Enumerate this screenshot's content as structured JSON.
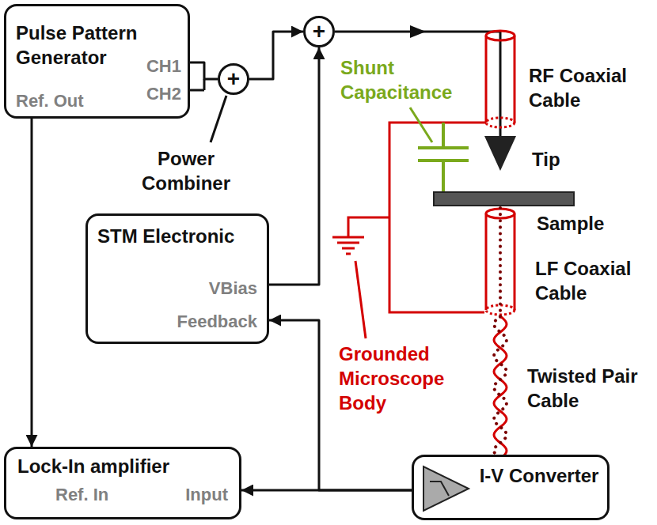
{
  "diagram": {
    "nodes": [
      {
        "text": [
          "Pulse Pattern Generator",
          "CH1",
          "CH2",
          "Ref. Out"
        ]
      },
      {
        "text": [
          "+",
          "Power Combiner"
        ]
      },
      {
        "text": [
          "+"
        ]
      },
      {
        "text": [
          "STM Electronic",
          "VBias",
          "Feedback"
        ]
      },
      {
        "text": [
          "Lock-In amplifier",
          "Ref. In",
          "Input"
        ]
      },
      {
        "text": [
          "I-V Converter"
        ]
      }
    ],
    "edges": [
      {
        "from": 0,
        "to": 1,
        "arrow": "none"
      },
      {
        "from": 1,
        "to": 2,
        "arrow": "to"
      },
      {
        "from": 3,
        "to": 2,
        "arrow": "to"
      },
      {
        "from": 0,
        "to": 4,
        "arrow": "to"
      },
      {
        "from": 5,
        "to": 4,
        "arrow": "to"
      },
      {
        "from": 5,
        "to": 3,
        "arrow": "to"
      }
    ],
    "labels": [
      "Shunt Capacitance",
      "RF Coaxial Cable",
      "Tip",
      "Sample",
      "LF Coaxial Cable",
      "Grounded Microscope Body",
      "Twisted Pair Cable"
    ]
  }
}
